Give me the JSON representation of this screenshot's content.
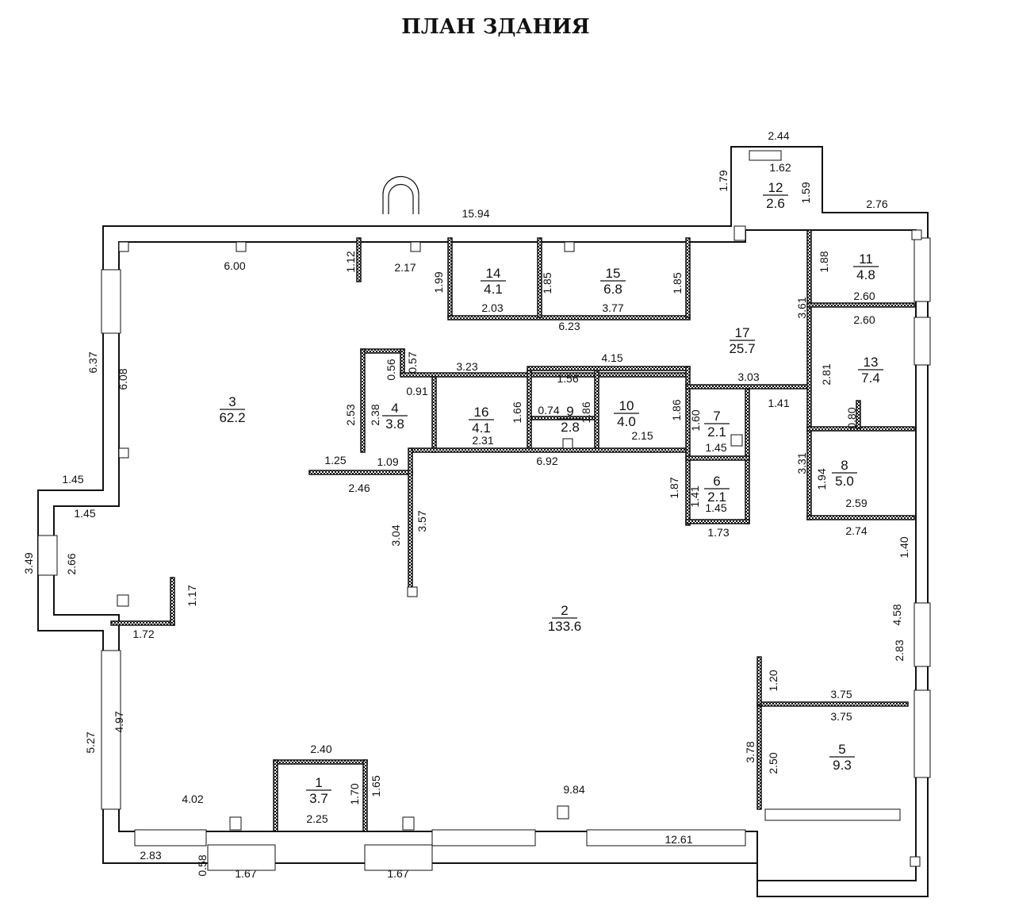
{
  "title": "ПЛАН ЗДАНИЯ",
  "rooms": [
    {
      "id": "1",
      "num": "1",
      "area": "3.7"
    },
    {
      "id": "2",
      "num": "2",
      "area": "133.6"
    },
    {
      "id": "3",
      "num": "3",
      "area": "62.2"
    },
    {
      "id": "4",
      "num": "4",
      "area": "3.8"
    },
    {
      "id": "5",
      "num": "5",
      "area": "9.3"
    },
    {
      "id": "6",
      "num": "6",
      "area": "2.1"
    },
    {
      "id": "7",
      "num": "7",
      "area": "2.1"
    },
    {
      "id": "8",
      "num": "8",
      "area": "5.0"
    },
    {
      "id": "9",
      "num": "9",
      "area": "2.8"
    },
    {
      "id": "10",
      "num": "10",
      "area": "4.0"
    },
    {
      "id": "11",
      "num": "11",
      "area": "4.8"
    },
    {
      "id": "12",
      "num": "12",
      "area": "2.6"
    },
    {
      "id": "13",
      "num": "13",
      "area": "7.4"
    },
    {
      "id": "14",
      "num": "14",
      "area": "4.1"
    },
    {
      "id": "15",
      "num": "15",
      "area": "6.8"
    },
    {
      "id": "16",
      "num": "16",
      "area": "4.1"
    },
    {
      "id": "17",
      "num": "17",
      "area": "25.7"
    }
  ],
  "dimensions": [
    "2.44",
    "1.62",
    "1.79",
    "1.59",
    "2.76",
    "15.94",
    "6.00",
    "1.12",
    "2.17",
    "1.99",
    "2.03",
    "1.85",
    "3.77",
    "1.85",
    "6.23",
    "1.88",
    "3.61",
    "2.60",
    "2.60",
    "0.57",
    "0.56",
    "3.23",
    "4.15",
    "0.91",
    "1.56",
    "2.81",
    "3.03",
    "2.53",
    "2.38",
    "1.66",
    "0.74",
    "1.86",
    "1.86",
    "1.60",
    "1.41",
    "0.80",
    "2.31",
    "2.15",
    "1.45",
    "3.31",
    "1.94",
    "1.25",
    "1.09",
    "6.92",
    "2.46",
    "1.87",
    "1.41",
    "1.45",
    "2.59",
    "1.73",
    "2.74",
    "6.37",
    "6.08",
    "1.45",
    "1.45",
    "3.04",
    "3.57",
    "1.40",
    "3.49",
    "2.66",
    "1.17",
    "1.72",
    "4.58",
    "2.83",
    "1.20",
    "3.75",
    "3.75",
    "3.78",
    "2.50",
    "5.27",
    "4.97",
    "2.40",
    "1.65",
    "1.70",
    "2.25",
    "4.02",
    "9.84",
    "12.61",
    "2.83",
    "0.58",
    "1.67",
    "1.67"
  ]
}
